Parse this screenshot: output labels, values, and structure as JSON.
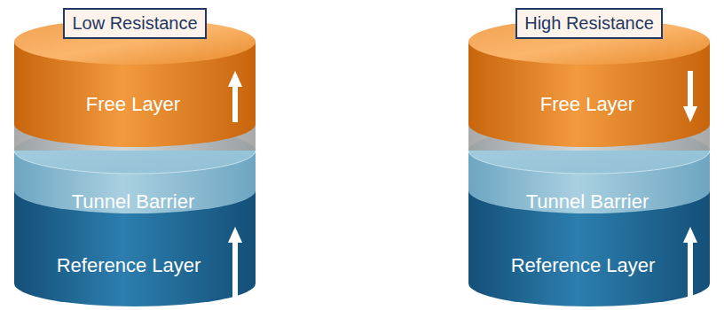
{
  "diagram": {
    "nodes": [
      {
        "text": [
          "Low Resistance"
        ]
      },
      {
        "text": [
          "Free Layer"
        ]
      },
      {
        "text": [
          "Tunnel Barrier"
        ]
      },
      {
        "text": [
          "Reference Layer"
        ]
      },
      {
        "text": [
          "High Resistance"
        ]
      },
      {
        "text": [
          "Free Layer"
        ]
      },
      {
        "text": [
          "Tunnel Barrier"
        ]
      },
      {
        "text": [
          "Reference Layer"
        ]
      }
    ]
  }
}
